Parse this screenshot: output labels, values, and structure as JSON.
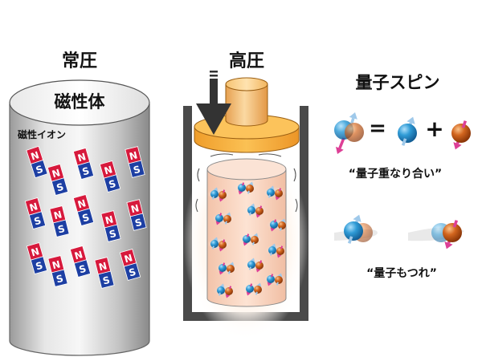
{
  "ambient": {
    "title": "常圧",
    "cylinder_label": "磁性体",
    "ion_label": "磁性イオン",
    "magnet_north": "N",
    "magnet_south": "S"
  },
  "high_pressure": {
    "title": "高圧"
  },
  "quantum": {
    "title": "量子スピン",
    "equals": "=",
    "plus": "+",
    "superposition_caption": "“量子重なり合い”",
    "entanglement_caption": "“量子もつれ”"
  },
  "colors": {
    "magnet_north": "#d7193c",
    "magnet_south": "#1d3fa3",
    "spin_blue": "#2f9bd6",
    "spin_orange": "#d2651e",
    "arrow_blue": "#9fc9ea",
    "arrow_pink": "#dd3f96",
    "piston": "#f0a640",
    "press_arrow": "#333333"
  }
}
